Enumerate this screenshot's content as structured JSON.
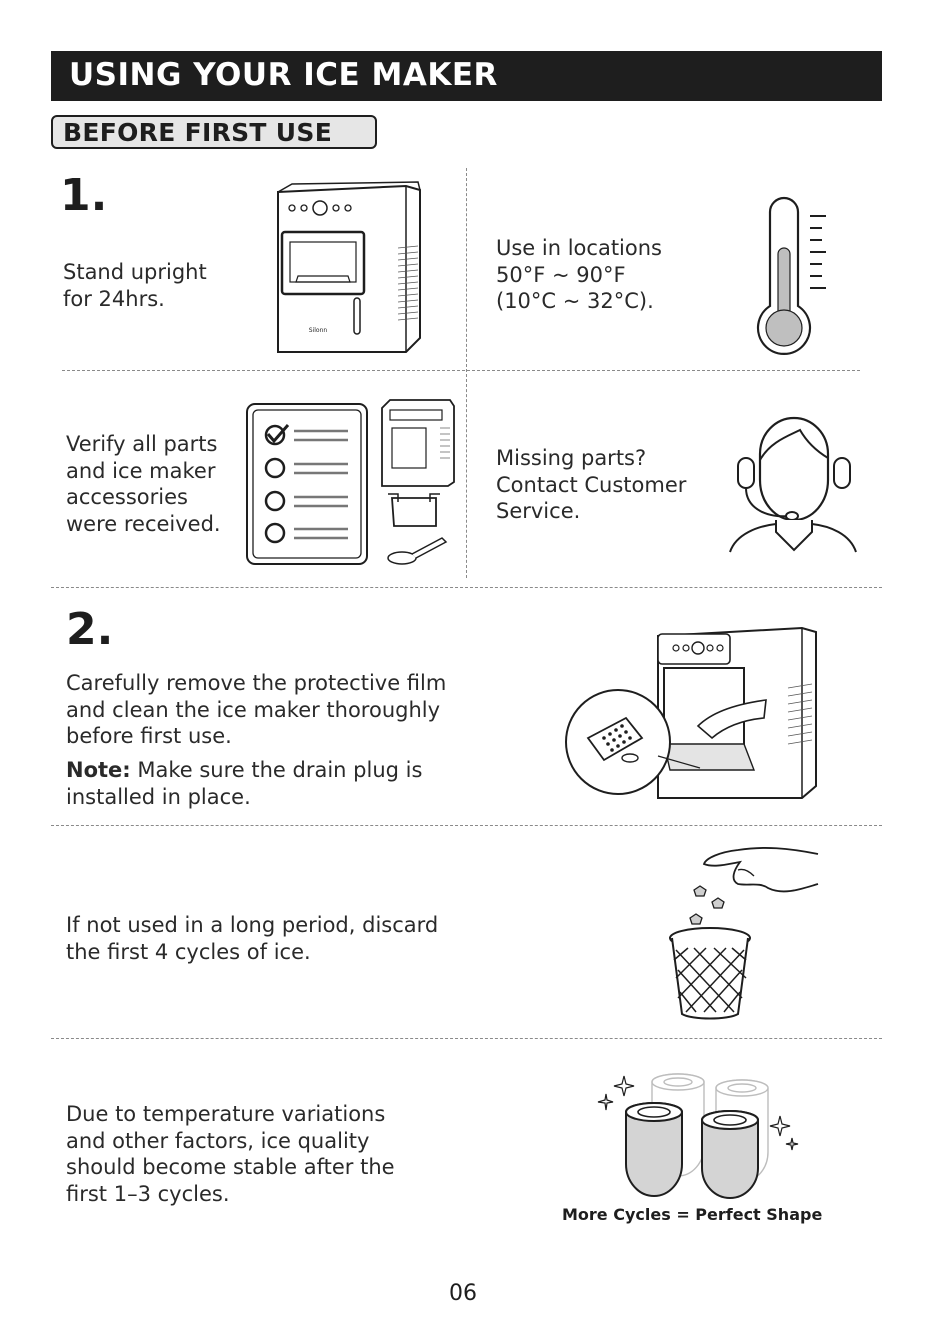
{
  "header": {
    "title": "USING YOUR ICE MAKER",
    "subtitle": "BEFORE FIRST USE"
  },
  "step1": {
    "number": "1.",
    "stand": [
      "Stand upright",
      "for 24hrs."
    ],
    "location": [
      "Use in locations",
      "50°F ~ 90°F",
      "(10°C ~ 32°C)."
    ],
    "verify": [
      "Verify all parts",
      "and ice maker",
      "accessories",
      "were received."
    ],
    "missing": [
      "Missing parts?",
      "Contact Customer",
      "Service."
    ],
    "brand_mark": "Silonn"
  },
  "step2": {
    "number": "2.",
    "remove": [
      "Carefully remove the protective film",
      "and clean the ice maker thoroughly",
      "before first use."
    ],
    "note_label": "Note:",
    "note_text": [
      " Make sure the drain plug is",
      "installed in place."
    ],
    "discard": [
      "If not used in a long period, discard",
      "the first 4 cycles of ice."
    ],
    "quality": [
      "Due to temperature variations",
      "and other factors, ice quality",
      "should become stable after the",
      "first 1–3 cycles."
    ],
    "caption": "More Cycles = Perfect Shape"
  },
  "footer": {
    "page_number": "06"
  }
}
